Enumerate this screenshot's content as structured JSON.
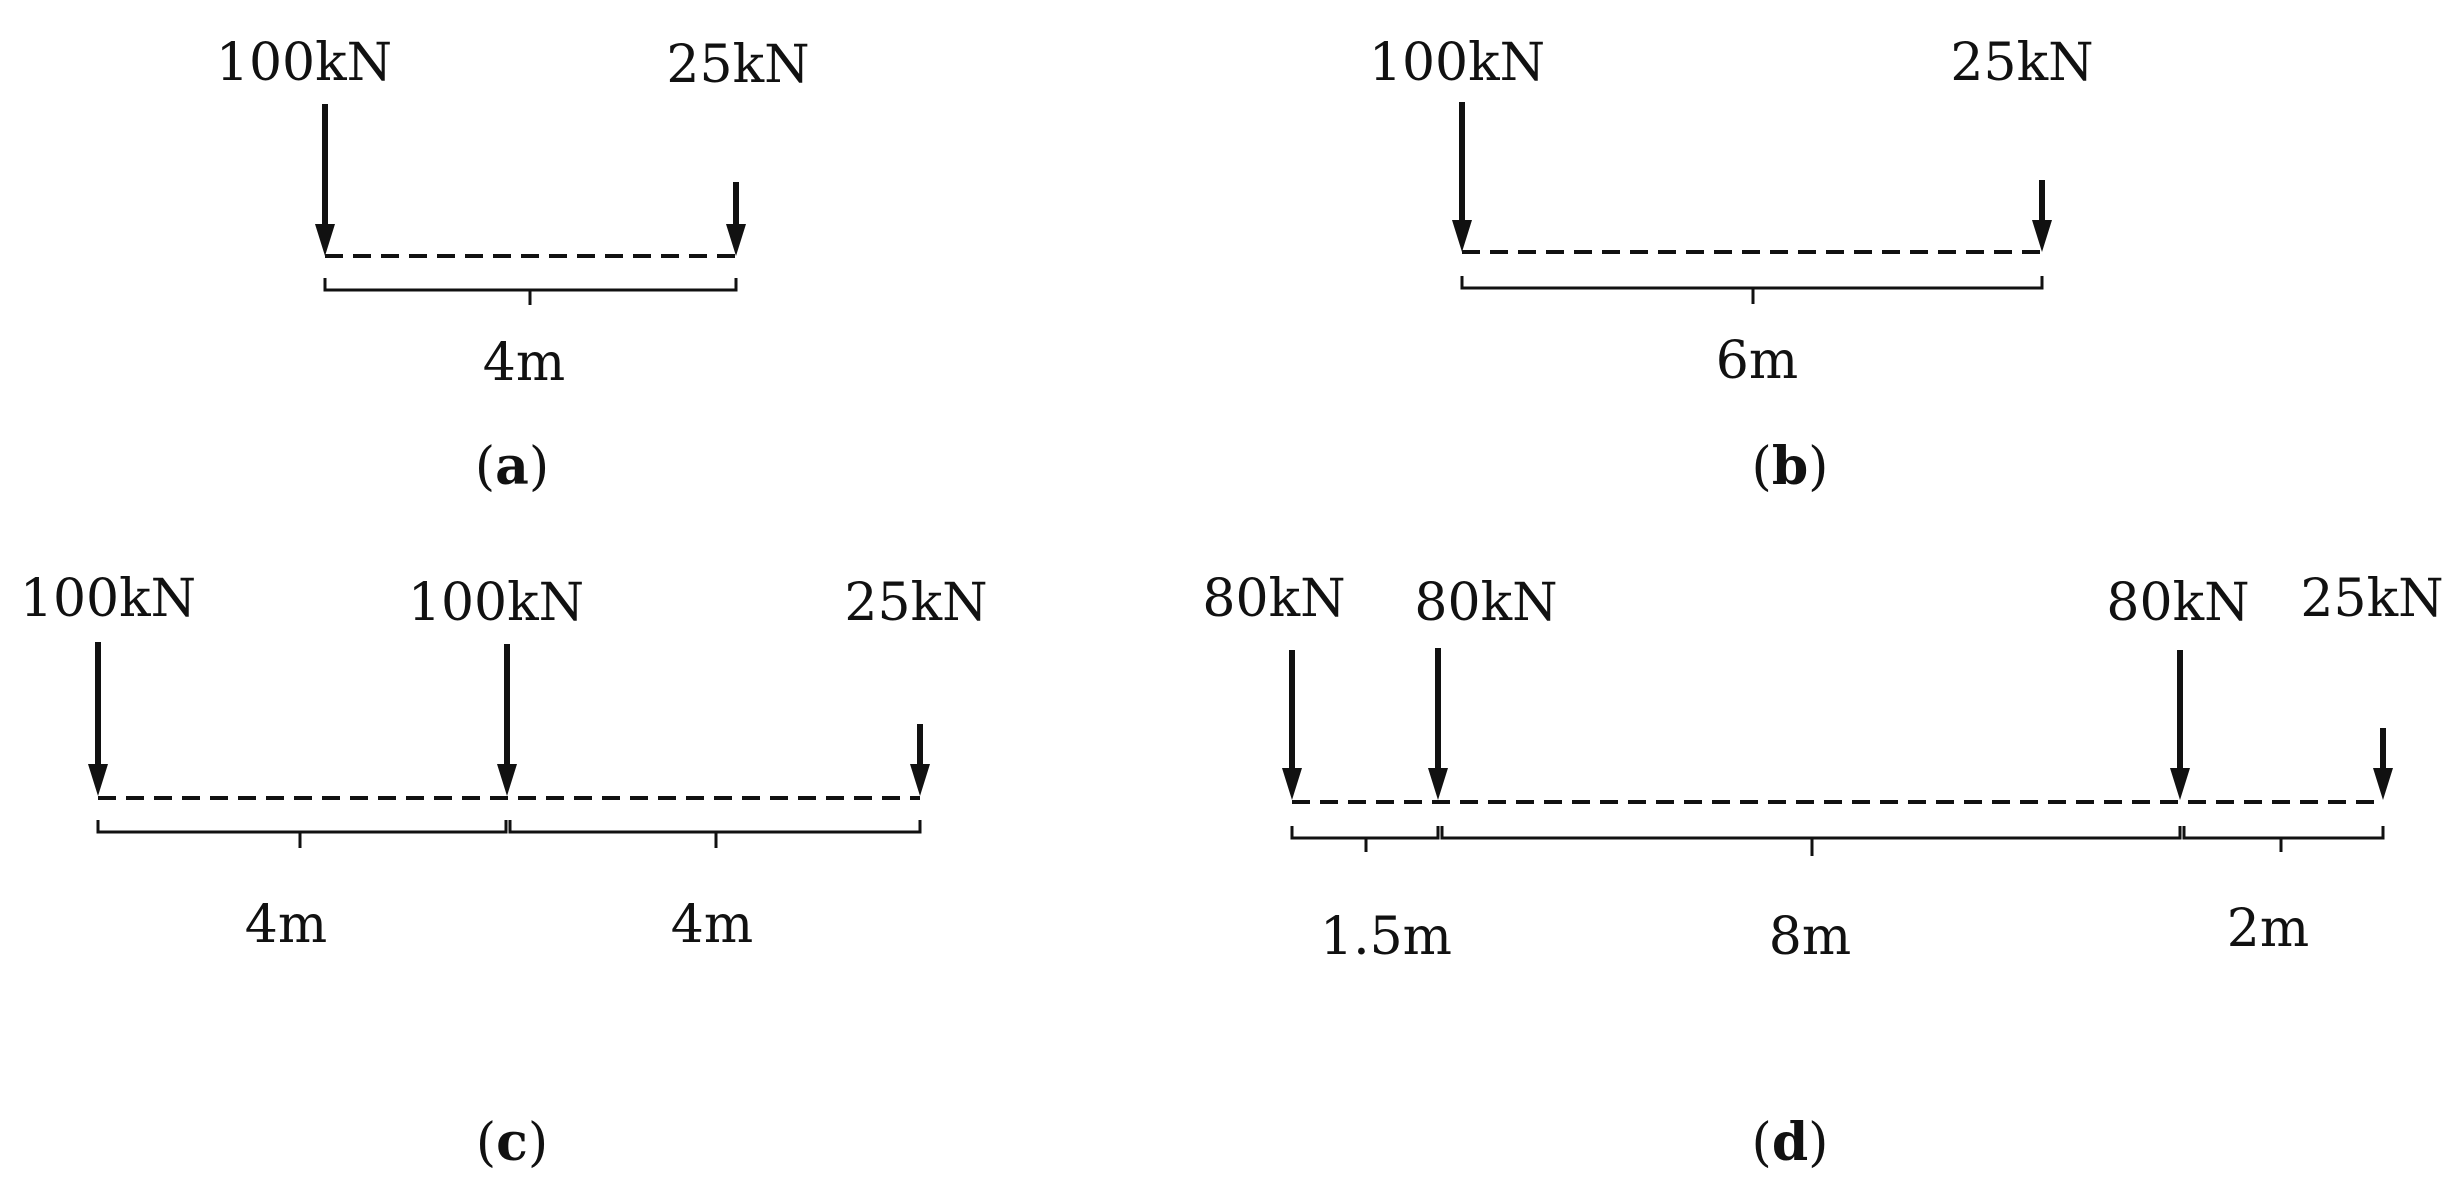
{
  "panels": [
    {
      "id": "a",
      "caption": "a",
      "loads": [
        "100kN",
        "25kN"
      ],
      "spans": [
        "4m"
      ]
    },
    {
      "id": "b",
      "caption": "b",
      "loads": [
        "100kN",
        "25kN"
      ],
      "spans": [
        "6m"
      ]
    },
    {
      "id": "c",
      "caption": "c",
      "loads": [
        "100kN",
        "100kN",
        "25kN"
      ],
      "spans": [
        "4m",
        "4m"
      ]
    },
    {
      "id": "d",
      "caption": "d",
      "loads": [
        "80kN",
        "80kN",
        "80kN",
        "25kN"
      ],
      "spans": [
        "1.5m",
        "8m",
        "2m"
      ]
    }
  ]
}
